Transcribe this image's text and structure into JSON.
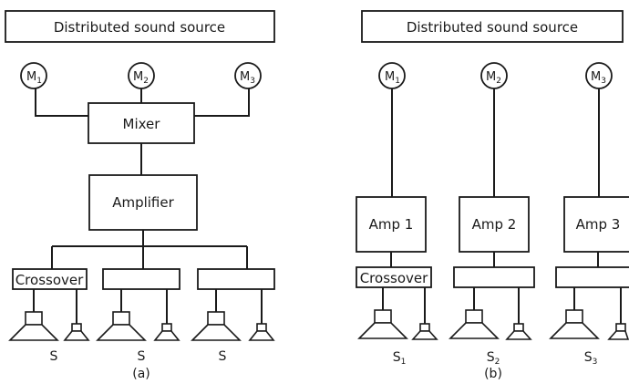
{
  "diagram_a": {
    "source_label": "Distributed sound source",
    "mics": [
      {
        "label": "M",
        "sub": "1"
      },
      {
        "label": "M",
        "sub": "2"
      },
      {
        "label": "M",
        "sub": "3"
      }
    ],
    "mixer_label": "Mixer",
    "amplifier_label": "Amplifier",
    "crossover_labels": [
      "Crossover",
      "",
      ""
    ],
    "speakers": [
      {
        "label": "S",
        "sub": ""
      },
      {
        "label": "S",
        "sub": ""
      },
      {
        "label": "S",
        "sub": ""
      }
    ],
    "caption": "(a)"
  },
  "diagram_b": {
    "source_label": "Distributed sound source",
    "mics": [
      {
        "label": "M",
        "sub": "1"
      },
      {
        "label": "M",
        "sub": "2"
      },
      {
        "label": "M",
        "sub": "3"
      }
    ],
    "amp_labels": [
      "Amp 1",
      "Amp 2",
      "Amp 3"
    ],
    "crossover_labels": [
      "Crossover",
      "",
      ""
    ],
    "speakers": [
      {
        "label": "S",
        "sub": "1"
      },
      {
        "label": "S",
        "sub": "2"
      },
      {
        "label": "S",
        "sub": "3"
      }
    ],
    "caption": "(b)"
  }
}
